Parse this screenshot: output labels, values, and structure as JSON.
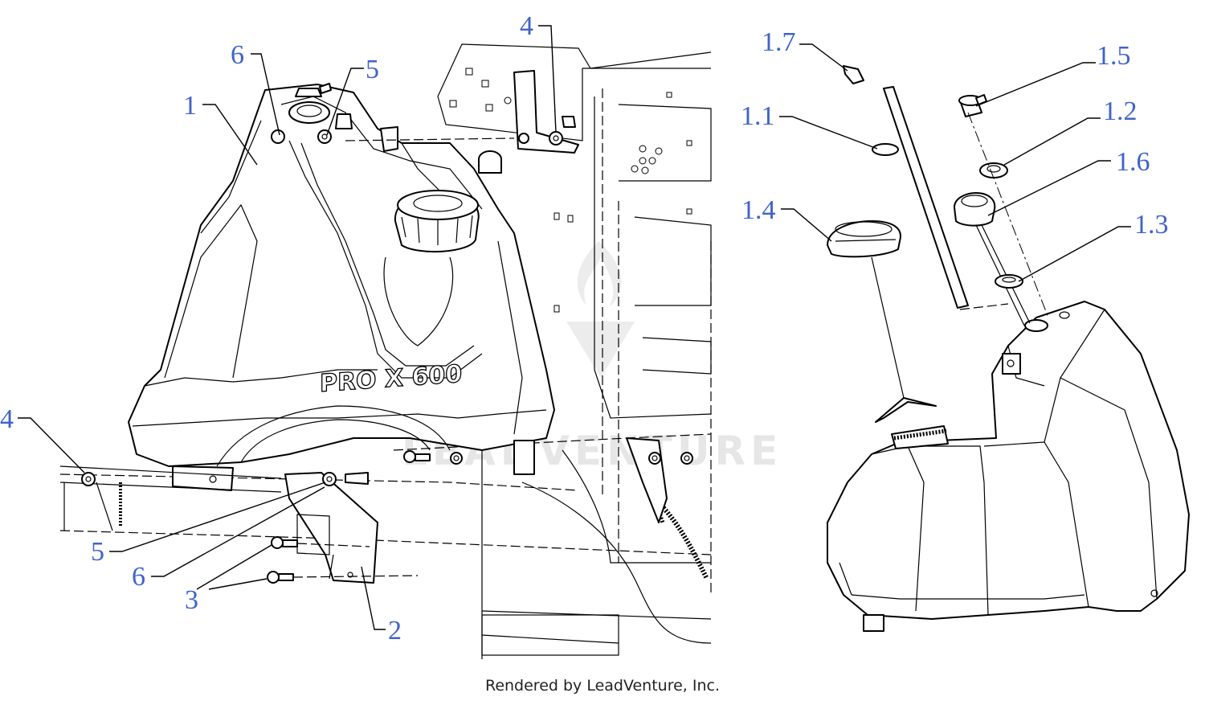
{
  "diagram": {
    "model_label": "PRO X 600",
    "watermark": "LEADVENTURE",
    "callouts": [
      {
        "id": "c-1",
        "text": "1"
      },
      {
        "id": "c-6-top",
        "text": "6"
      },
      {
        "id": "c-5-top",
        "text": "5"
      },
      {
        "id": "c-4-top",
        "text": "4"
      },
      {
        "id": "c-4-left",
        "text": "4"
      },
      {
        "id": "c-5-bottom",
        "text": "5"
      },
      {
        "id": "c-6-bottom",
        "text": "6"
      },
      {
        "id": "c-3",
        "text": "3"
      },
      {
        "id": "c-2",
        "text": "2"
      },
      {
        "id": "c-1-7",
        "text": "1.7"
      },
      {
        "id": "c-1-1",
        "text": "1.1"
      },
      {
        "id": "c-1-4",
        "text": "1.4"
      },
      {
        "id": "c-1-5",
        "text": "1.5"
      },
      {
        "id": "c-1-2",
        "text": "1.2"
      },
      {
        "id": "c-1-6",
        "text": "1.6"
      },
      {
        "id": "c-1-3",
        "text": "1.3"
      }
    ]
  },
  "footer": {
    "credit": "Rendered by LeadVenture, Inc."
  }
}
